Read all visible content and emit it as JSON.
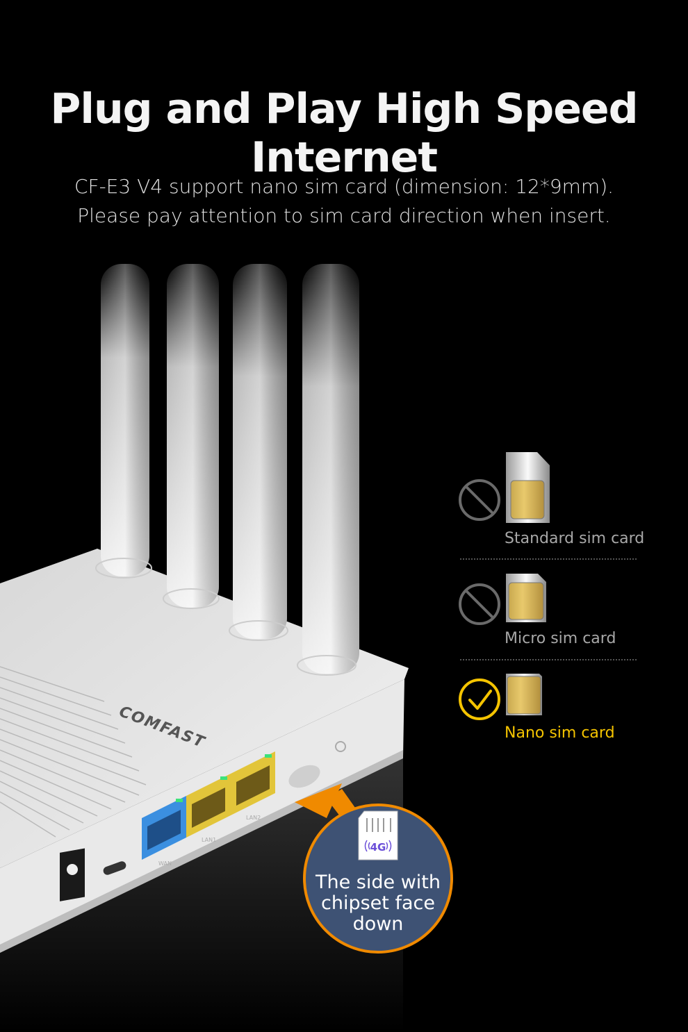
{
  "header": {
    "title": "Plug and Play High Speed Internet",
    "subtitle_line1": "CF-E3 V4 support nano sim card (dimension: 12*9mm).",
    "subtitle_line2": "Please pay attention to sim card direction when insert."
  },
  "router": {
    "brand_logo": "COMFAST",
    "ports": [
      "WAN",
      "LAN1",
      "LAN2"
    ]
  },
  "sim_types": [
    {
      "label": "Standard sim card",
      "status": "not-supported",
      "icon": "prohibited-icon"
    },
    {
      "label": "Micro sim card",
      "status": "not-supported",
      "icon": "prohibited-icon"
    },
    {
      "label": "Nano sim card",
      "status": "supported",
      "icon": "check-circle-icon"
    }
  ],
  "callout": {
    "text": "The side with chipset face down",
    "sim_badge": "4G"
  },
  "colors": {
    "accent_orange": "#f08a00",
    "callout_bg": "#3e5274",
    "supported": "#f5c400",
    "not_supported": "#6a6a6a",
    "wan_port": "#3b8fe0",
    "lan_port": "#e2c53a"
  }
}
